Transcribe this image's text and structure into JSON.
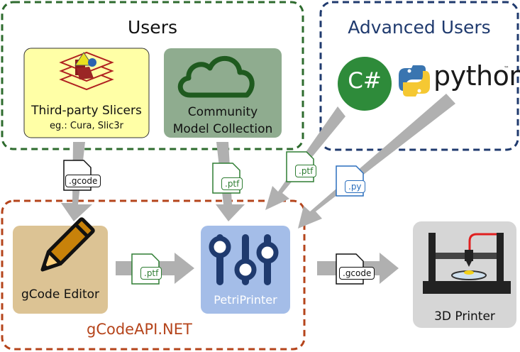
{
  "groups": {
    "users": "Users",
    "advanced_users": "Advanced Users",
    "api": "gCodeAPI.NET"
  },
  "nodes": {
    "slicers": {
      "title": "Third-party Slicers",
      "subtitle": "eg.: Cura, Slic3r"
    },
    "community": {
      "title": "Community\nModel Collection"
    },
    "editor": {
      "title": "gCode Editor"
    },
    "petri": {
      "title": "PetriPrinter"
    },
    "printer": {
      "title": "3D Printer"
    },
    "csharp": {
      "label": "C#"
    },
    "python": {
      "label": "python",
      "tm": "™"
    }
  },
  "files": {
    "slicer_to_editor": ".gcode",
    "community_to_petri": ".ptf",
    "csharp_to_petri": ".ptf",
    "python_to_petri": ".py",
    "editor_to_petri": ".ptf",
    "petri_to_printer": ".gcode"
  },
  "colors": {
    "users_border": "#2e6b2e",
    "advanced_border": "#1f3a6e",
    "api_border": "#b5441b",
    "slicer_fill": "#ffffa6",
    "community_fill": "#8fac8f",
    "editor_fill": "#dcc394",
    "petri_fill": "#a4bde8",
    "printer_fill": "#d6d6d6",
    "arrow": "#b0b0b0",
    "ptf_color": "#2e7d32",
    "py_color": "#2a6ebd"
  }
}
